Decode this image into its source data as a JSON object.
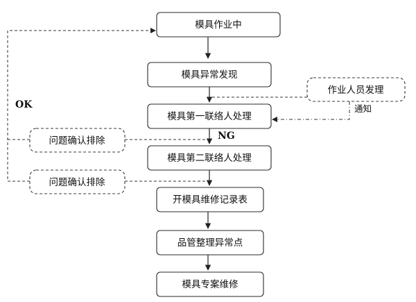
{
  "steps": [
    "模具作业中",
    "模具异常发现",
    "模具第一联络人处理",
    "模具第二联络人处理",
    "开模具维修记录表",
    "品管整理异常点",
    "模具专案维修"
  ],
  "notes": {
    "operator_find": "作业人员发理",
    "confirm_1": "问题确认排除",
    "confirm_2": "问题确认排除"
  },
  "edge_labels": {
    "ok": "OK",
    "ng": "NG",
    "notify": "通知"
  }
}
